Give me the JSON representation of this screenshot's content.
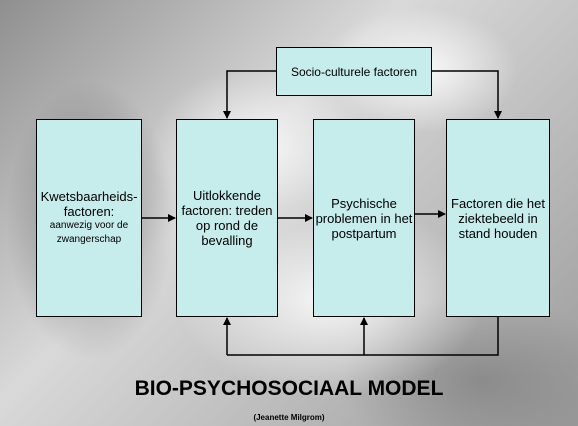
{
  "diagram": {
    "box_vulnerability": {
      "title": "Kwetsbaarheids-factoren:",
      "subtitle": "aanwezig voor de zwangerschap"
    },
    "box_triggering": "Uitlokkende factoren: treden op rond de bevalling",
    "box_psychic": "Psychische problemen in het postpartum",
    "box_maintaining": "Factoren die het ziektebeeld in stand houden",
    "box_sociocultural": "Socio-culturele factoren",
    "title": "BIO-PSYCHOSOCIAAL MODEL",
    "credit": "(Jeanette Milgrom)"
  },
  "colors": {
    "box_fill": "#c7ecec",
    "line": "#000000"
  }
}
